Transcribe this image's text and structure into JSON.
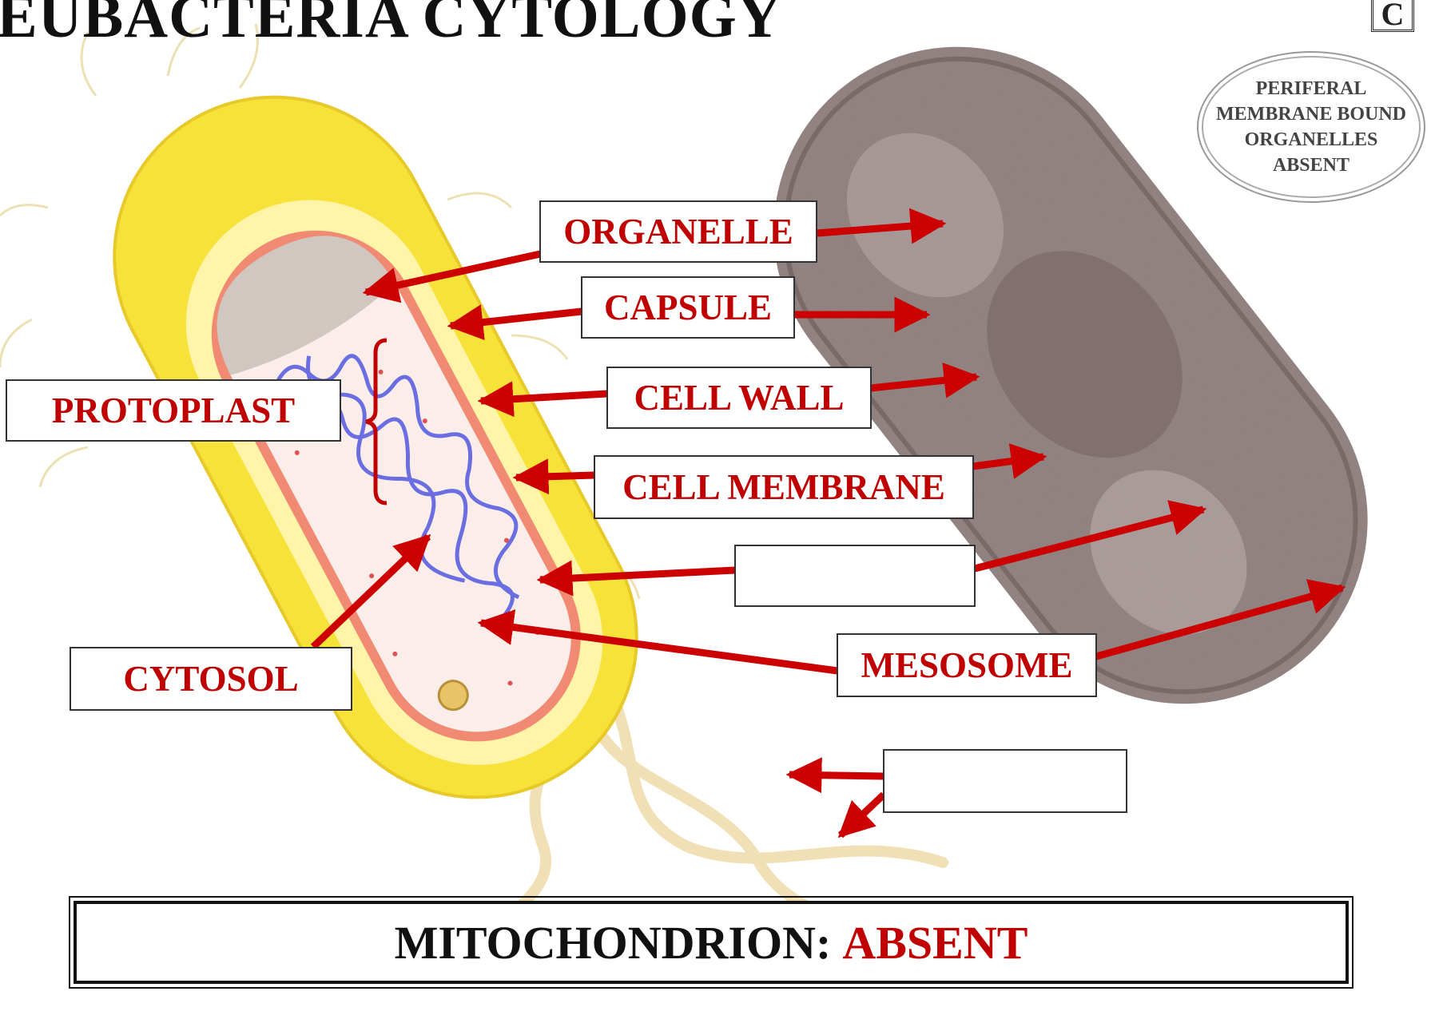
{
  "title": "EUBACTERIA CYTOLOGY",
  "corner_badge": "C",
  "note": "PERIFERAL MEMBRANE BOUND ORGANELLES ABSENT",
  "labels": {
    "organelle": "ORGANELLE",
    "capsule": "CAPSULE",
    "cell_wall": "CELL WALL",
    "cell_membrane": "CELL MEMBRANE",
    "blank_1": "",
    "protoplast": "PROTOPLAST",
    "cytosol": "CYTOSOL",
    "mesosome": "MESOSOME",
    "blank_2": ""
  },
  "footer": {
    "key": "MITOCHONDRION:",
    "value": "ABSENT"
  },
  "colors": {
    "label_text": "#c00000",
    "arrow": "#cc0000",
    "cell_yellow": "#f7e23a",
    "micrograph": "#8a7a78"
  }
}
